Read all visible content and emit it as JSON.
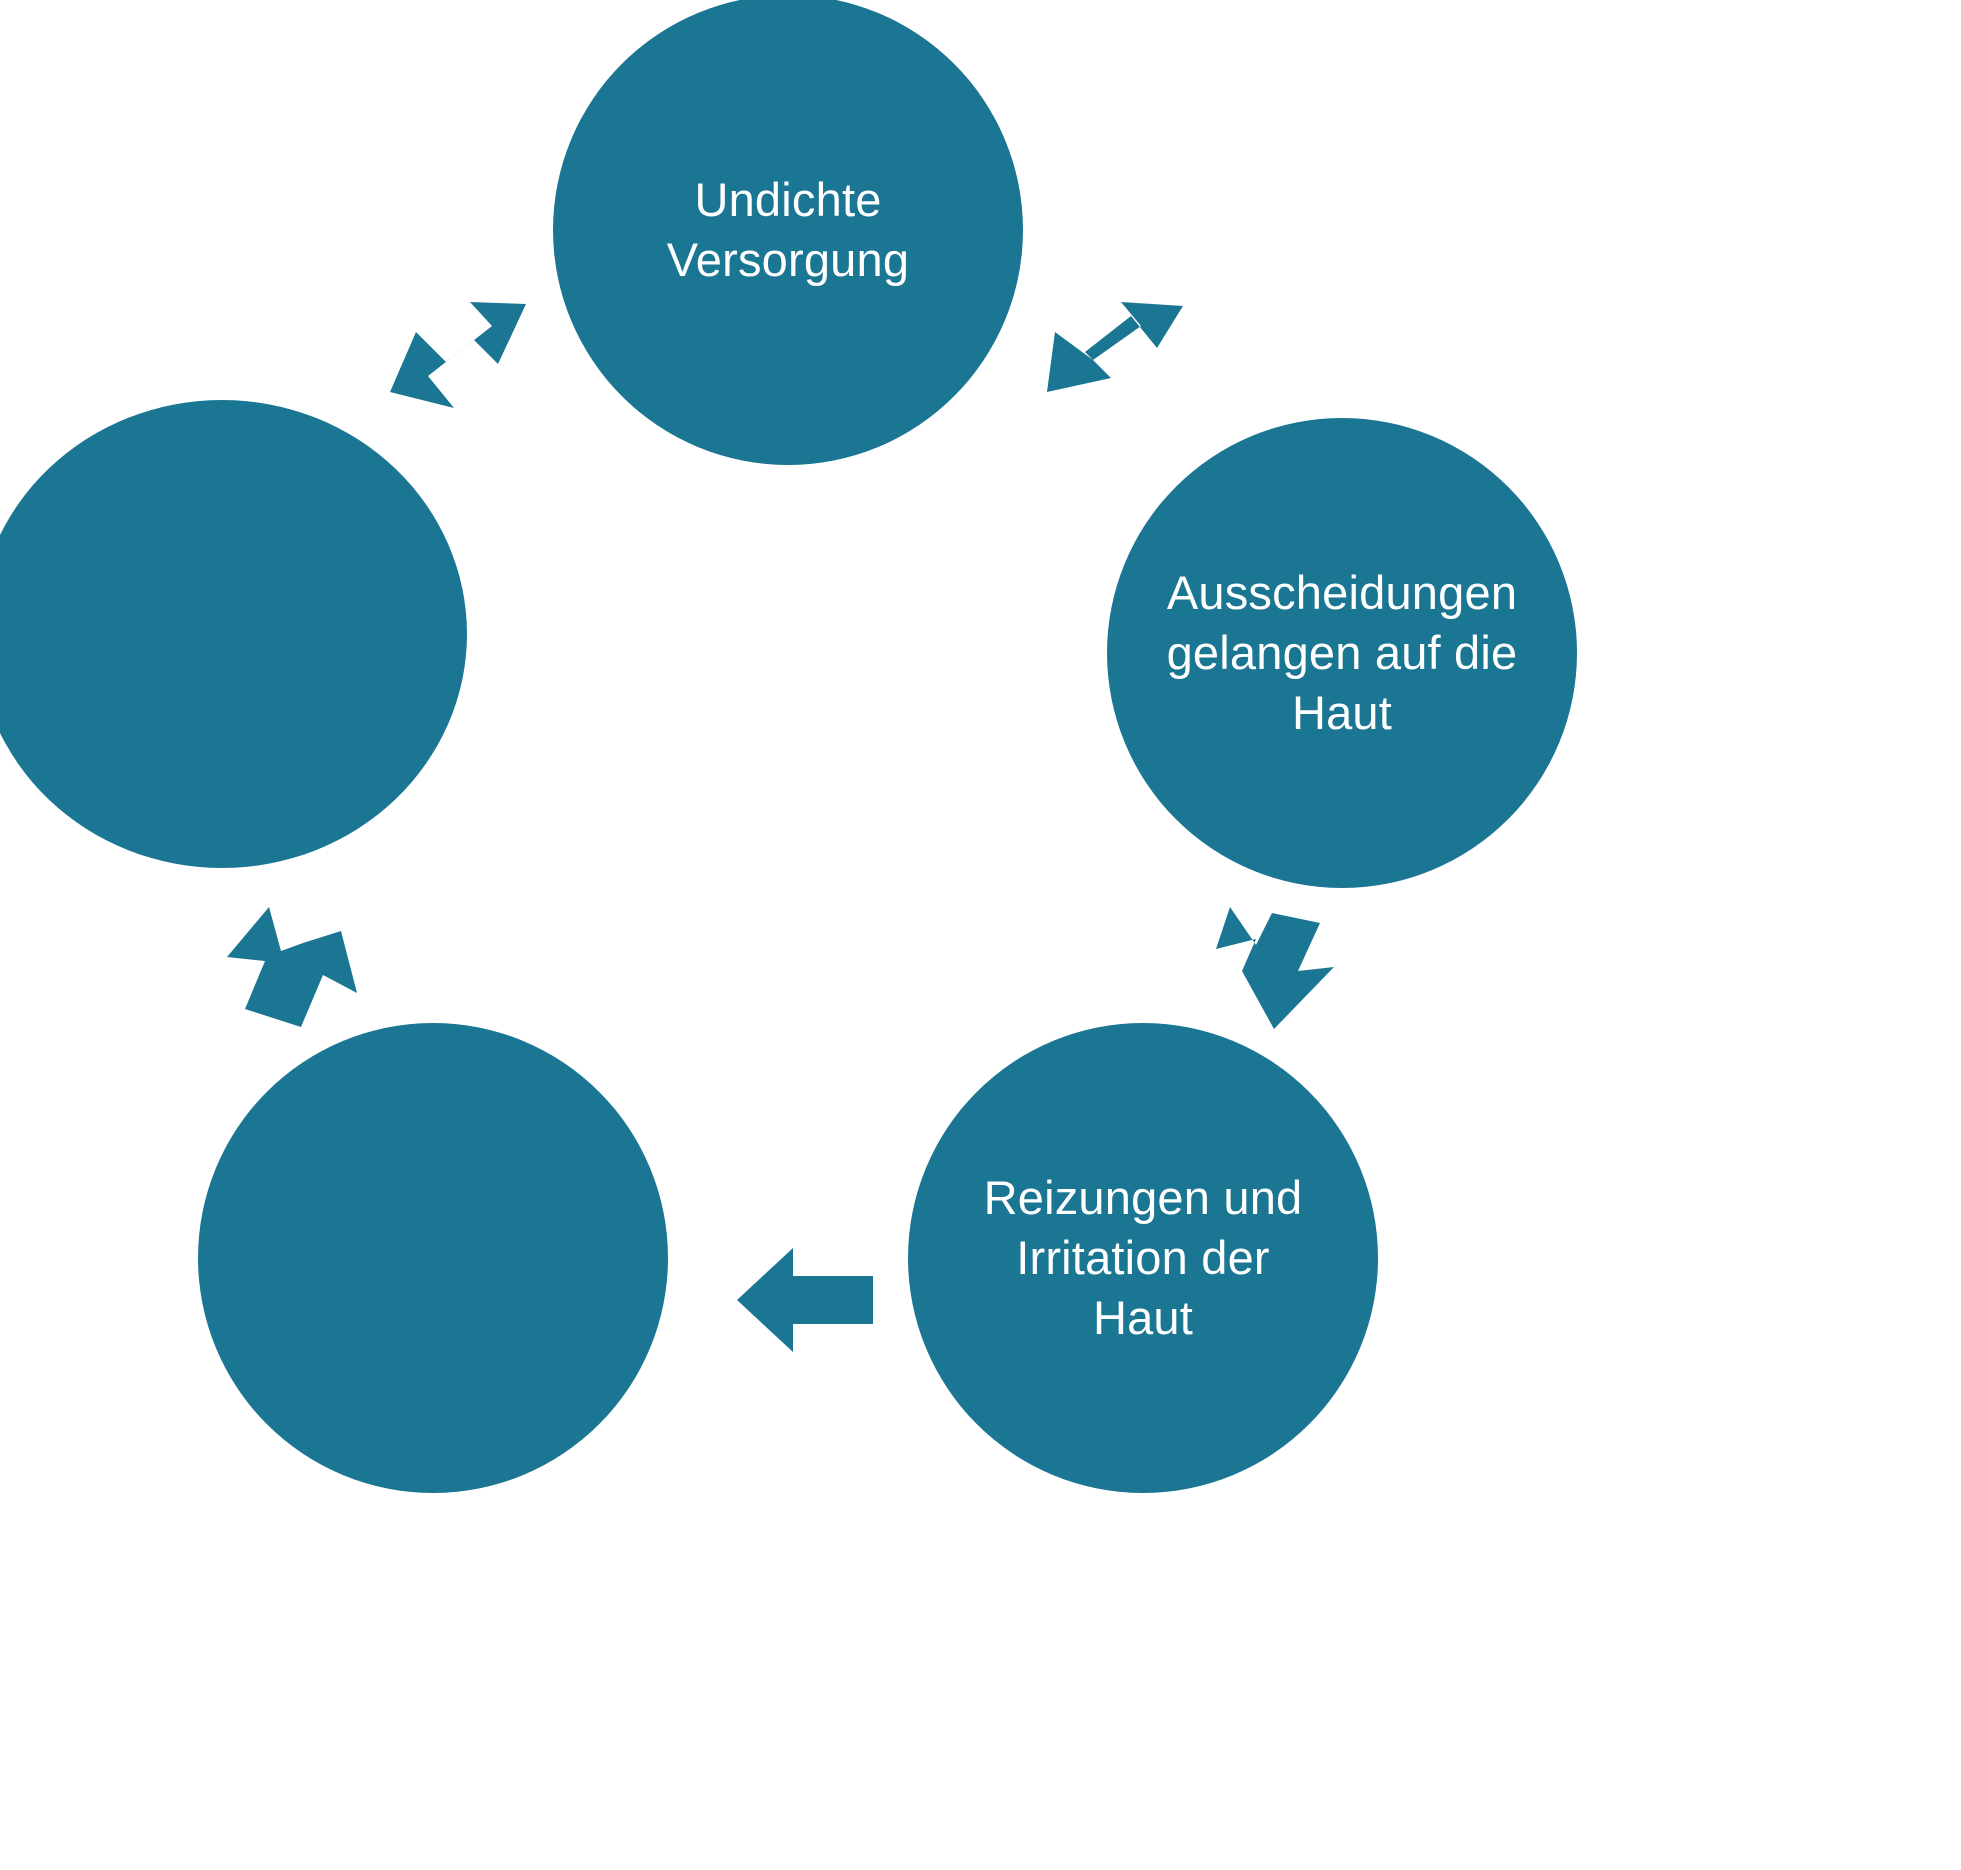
{
  "diagram": {
    "type": "cycle",
    "direction": "clockwise",
    "accent_color": "#1b7693",
    "text_color": "#ffffff",
    "background_color": "#ffffff",
    "nodes": [
      {
        "id": "top",
        "label": "Undichte\nVersorgung",
        "position": "top"
      },
      {
        "id": "right",
        "label": "Ausscheidungen\ngelangen auf die\nHaut",
        "position": "right"
      },
      {
        "id": "bottomright",
        "label": "Reizungen und\nIrritation der\nHaut",
        "position": "bottom-right"
      },
      {
        "id": "bottomleft",
        "label": "",
        "position": "bottom-left"
      },
      {
        "id": "left",
        "label": "",
        "position": "left"
      }
    ],
    "arrows": [
      {
        "id": "top-right",
        "from": "top",
        "to": "right",
        "icon": "arrow-down-right-icon"
      },
      {
        "id": "right-down",
        "from": "right",
        "to": "bottomright",
        "icon": "arrow-down-icon"
      },
      {
        "id": "bottom",
        "from": "bottomright",
        "to": "bottomleft",
        "icon": "arrow-left-icon"
      },
      {
        "id": "left-up",
        "from": "bottomleft",
        "to": "left",
        "icon": "arrow-up-left-icon"
      },
      {
        "id": "top-left",
        "from": "left",
        "to": "top",
        "icon": "arrow-up-right-icon"
      }
    ]
  }
}
